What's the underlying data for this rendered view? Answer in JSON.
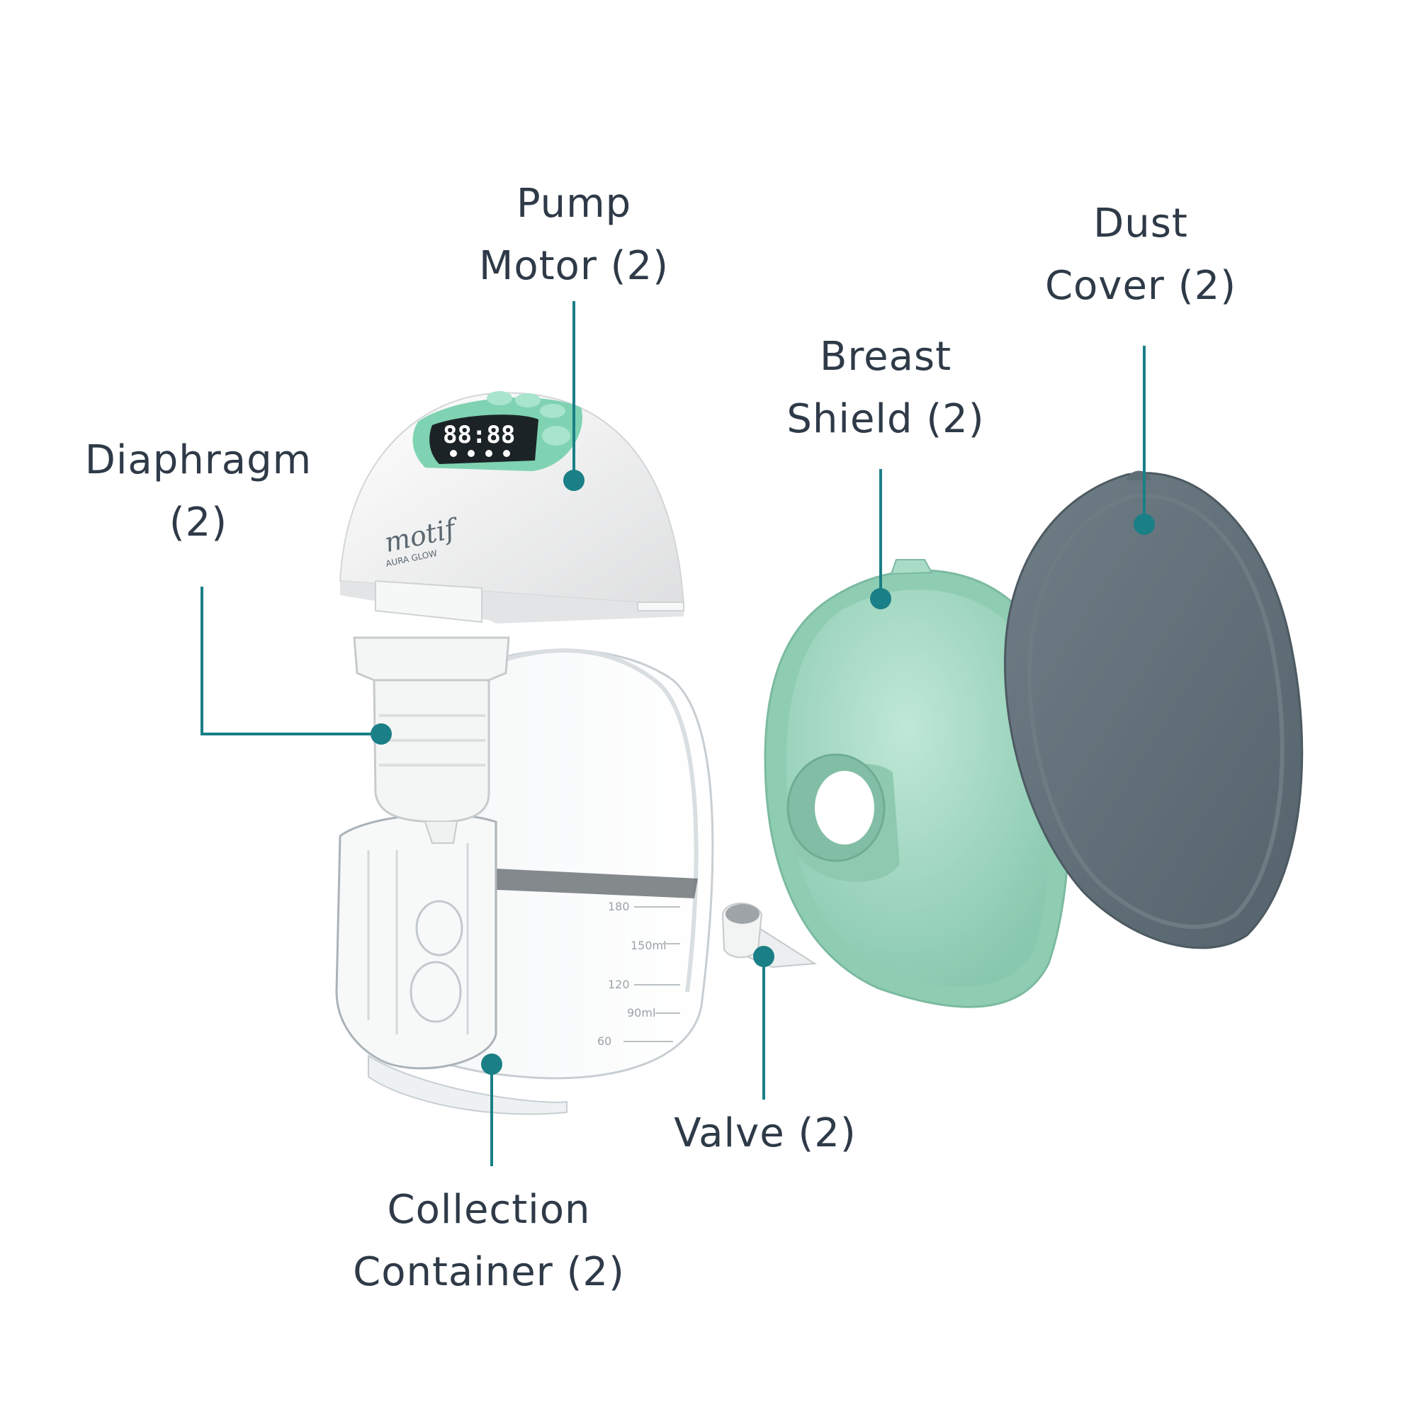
{
  "colors": {
    "leader": "#1a7f86",
    "text": "#2f3a48",
    "shield": "#9dd6c0",
    "cover": "#627079",
    "motor": "#f1f2f2",
    "accent": "#7fd3b2"
  },
  "brand": {
    "logo": "motif",
    "sub": "AURA GLOW"
  },
  "display": {
    "digits": "88:88"
  },
  "scale_marks": [
    "180",
    "150ml",
    "120",
    "90ml",
    "60"
  ],
  "labels": {
    "pump_motor": {
      "line1": "Pump",
      "line2": "Motor (2)"
    },
    "dust_cover": {
      "line1": "Dust",
      "line2": "Cover (2)"
    },
    "breast_shield": {
      "line1": "Breast",
      "line2": "Shield (2)"
    },
    "diaphragm": {
      "line1": "Diaphragm",
      "line2": "(2)"
    },
    "valve": {
      "line1": "Valve (2)"
    },
    "collection_container": {
      "line1": "Collection",
      "line2": "Container (2)"
    }
  }
}
